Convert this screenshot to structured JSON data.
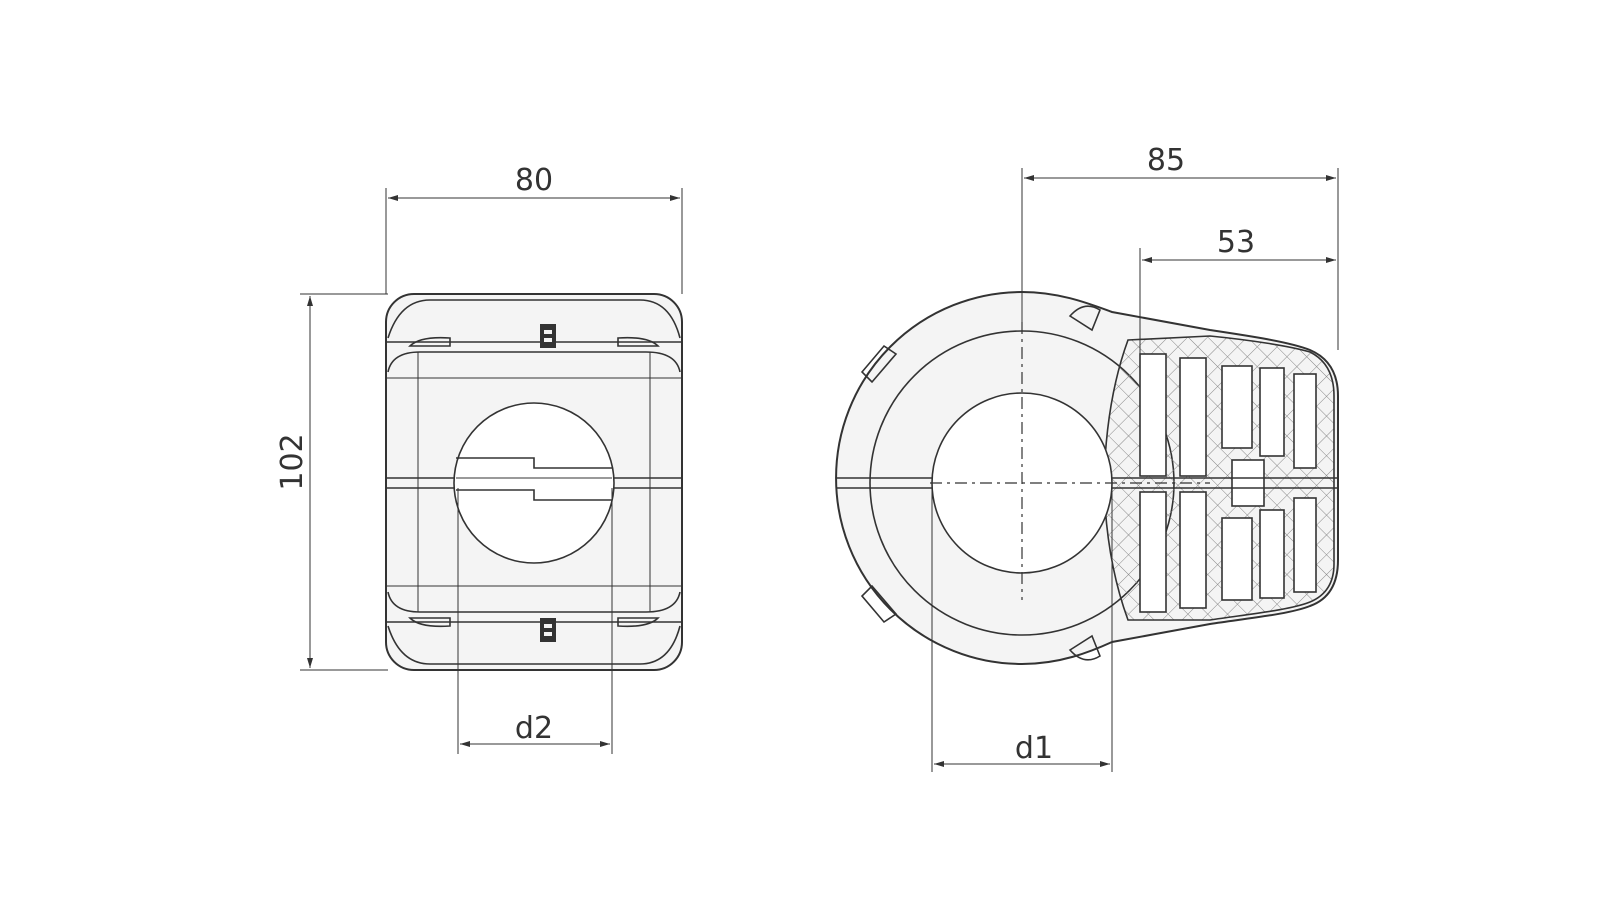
{
  "colors": {
    "stroke": "#333333",
    "background": "#ffffff",
    "hatch": "#888888"
  },
  "front_view": {
    "dim_width": "80",
    "dim_height": "102",
    "dim_bore": "d2"
  },
  "side_view": {
    "dim_total_length": "85",
    "dim_insert_length": "53",
    "dim_bore": "d1"
  }
}
